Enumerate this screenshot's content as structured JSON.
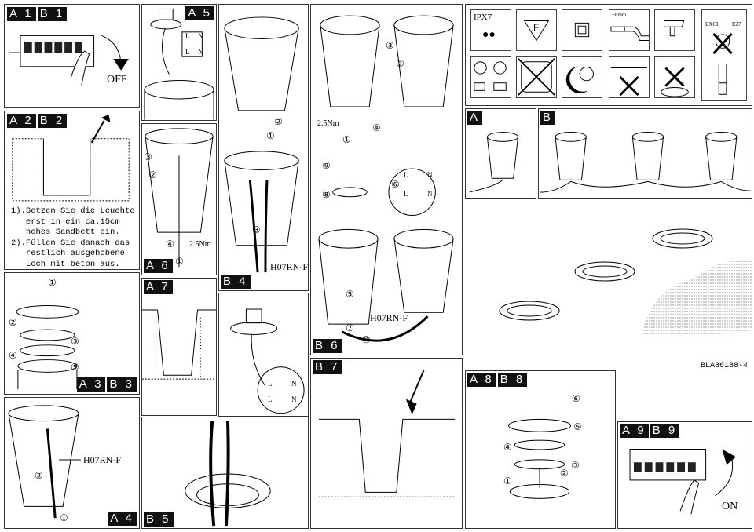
{
  "panels": {
    "a1b1": {
      "tags": [
        "A 1",
        "B 1"
      ],
      "label": "OFF"
    },
    "a2b2": {
      "tags": [
        "A 2",
        "B 2"
      ],
      "instructions": [
        "1).Setzen Sie die Leuchte",
        "   erst in ein ca.15cm",
        "   hohes Sandbett ein.",
        "2).Füllen Sie danach das",
        "   restlich ausgehobene",
        "   Loch mit beton aus."
      ]
    },
    "a3b3": {
      "tags": [
        "A 3",
        "B 3"
      ],
      "steps": [
        "①",
        "②",
        "③",
        "④",
        "⑤"
      ]
    },
    "a4": {
      "tags": [
        "A 4"
      ],
      "cable": "H07RN-F",
      "steps": [
        "①",
        "②"
      ]
    },
    "a5": {
      "tags": [
        "A 5"
      ],
      "terminal": [
        "L",
        "N",
        "L",
        "N"
      ]
    },
    "a6": {
      "tags": [
        "A 6"
      ],
      "torque": "2.5Nm",
      "steps": [
        "①",
        "②",
        "③",
        "④"
      ]
    },
    "a7": {
      "tags": [
        "A 7"
      ]
    },
    "b4": {
      "tags": [
        "B 4"
      ],
      "cable": "H07RN-F",
      "steps": [
        "①",
        "②",
        "③"
      ]
    },
    "b5": {
      "tags": [
        "B 5"
      ]
    },
    "extra": {
      "terminal": [
        "L",
        "N",
        "L",
        "N"
      ]
    },
    "b6": {
      "tags": [
        "B 6"
      ],
      "torque": "2.5Nm",
      "cable": "H07RN-F",
      "steps": [
        "①",
        "②",
        "③",
        "④",
        "⑤",
        "⑥",
        "⑦",
        "⑧",
        "⑨",
        "⑩"
      ],
      "terminal": [
        "L",
        "N",
        "L",
        "N"
      ]
    },
    "b7": {
      "tags": [
        "B 7"
      ]
    },
    "a": {
      "tags": [
        "A"
      ]
    },
    "b": {
      "tags": [
        "B"
      ]
    },
    "a8b8": {
      "tags": [
        "A 8",
        "B 8"
      ],
      "steps": [
        "①",
        "②",
        "③",
        "④",
        "⑤",
        "⑥"
      ]
    },
    "a9b9": {
      "tags": [
        "A 9",
        "B 9"
      ],
      "label": "ON"
    }
  },
  "symbols": {
    "ipx": "IPX7",
    "f_mark": "F",
    "strip": "±8mm",
    "excl": "EXCL",
    "socket": "E27"
  },
  "model_code": "BLA86188-4"
}
